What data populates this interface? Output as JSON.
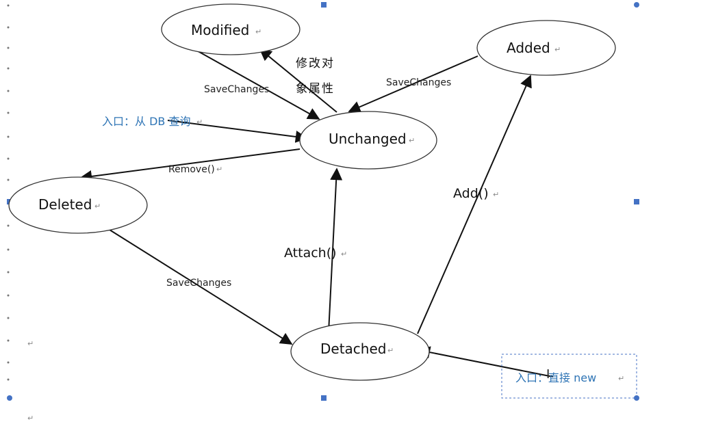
{
  "diagram": {
    "states": [
      {
        "id": "modified",
        "label": "Modified"
      },
      {
        "id": "added",
        "label": "Added"
      },
      {
        "id": "unchanged",
        "label": "Unchanged"
      },
      {
        "id": "deleted",
        "label": "Deleted"
      },
      {
        "id": "detached",
        "label": "Detached"
      }
    ],
    "edges": [
      {
        "from": "modified",
        "to": "unchanged",
        "label": "SaveChanges"
      },
      {
        "from": "unchanged",
        "to": "modified",
        "label": "修改对\n象属性"
      },
      {
        "from": "added",
        "to": "unchanged",
        "label": "SaveChanges"
      },
      {
        "from": "unchanged",
        "to": "deleted",
        "label": "Remove()"
      },
      {
        "from": "deleted",
        "to": "detached",
        "label": "SaveChanges"
      },
      {
        "from": "detached",
        "to": "unchanged",
        "label": "Attach()"
      },
      {
        "from": "detached",
        "to": "added",
        "label": "Add()"
      }
    ],
    "entries": [
      {
        "to": "unchanged",
        "label": "入口：从 DB 查询"
      },
      {
        "to": "detached",
        "label": "入口：直接 new"
      }
    ],
    "paragraph_mark": "↵"
  },
  "colors": {
    "entry_text": "#2e74b5",
    "line": "#111111",
    "selection_handle": "#4472c4",
    "selection_border": "#4472c4"
  }
}
